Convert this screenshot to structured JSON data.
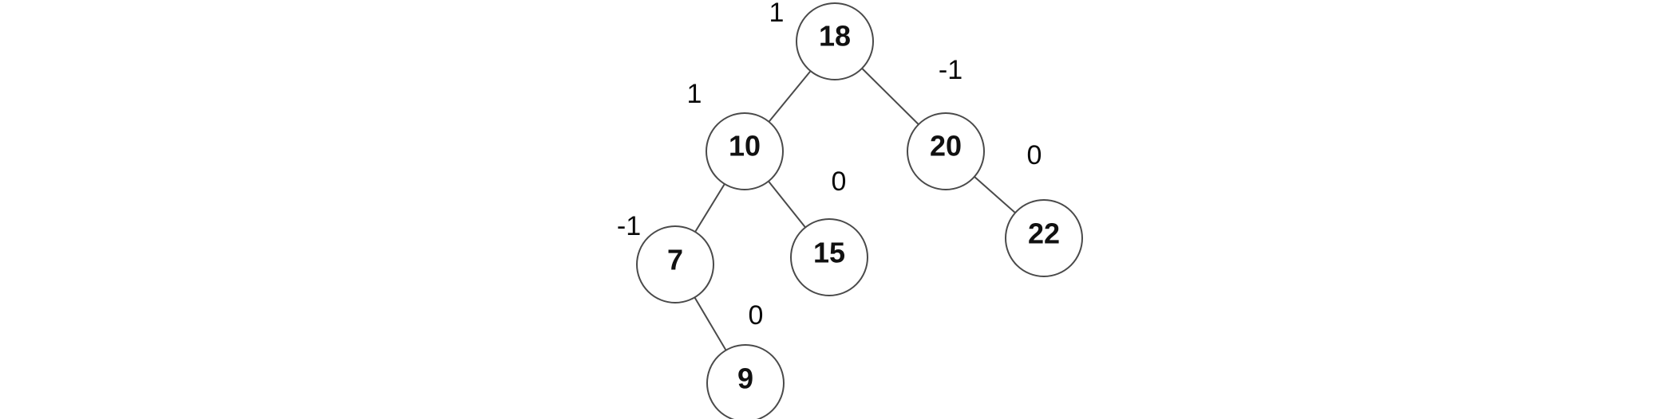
{
  "diagram": {
    "type": "binary-tree",
    "description": "AVL binary search tree with balance factors annotated beside each node",
    "colors": {
      "background": "#ffffff",
      "node_fill": "#ffffff",
      "node_stroke": "#4a4a4a",
      "edge_stroke": "#4a4a4a",
      "text": "#111111"
    },
    "nodes": [
      {
        "value": "18",
        "balance": "1"
      },
      {
        "value": "10",
        "balance": "1"
      },
      {
        "value": "20",
        "balance": "-1"
      },
      {
        "value": "7",
        "balance": "-1"
      },
      {
        "value": "15",
        "balance": "0"
      },
      {
        "value": "22",
        "balance": "0"
      },
      {
        "value": "9",
        "balance": "0"
      }
    ],
    "edges": [
      {
        "from": "18",
        "to": "10",
        "side": "left"
      },
      {
        "from": "18",
        "to": "20",
        "side": "right"
      },
      {
        "from": "10",
        "to": "7",
        "side": "left"
      },
      {
        "from": "10",
        "to": "15",
        "side": "right"
      },
      {
        "from": "20",
        "to": "22",
        "side": "right"
      },
      {
        "from": "7",
        "to": "9",
        "side": "right"
      }
    ]
  }
}
